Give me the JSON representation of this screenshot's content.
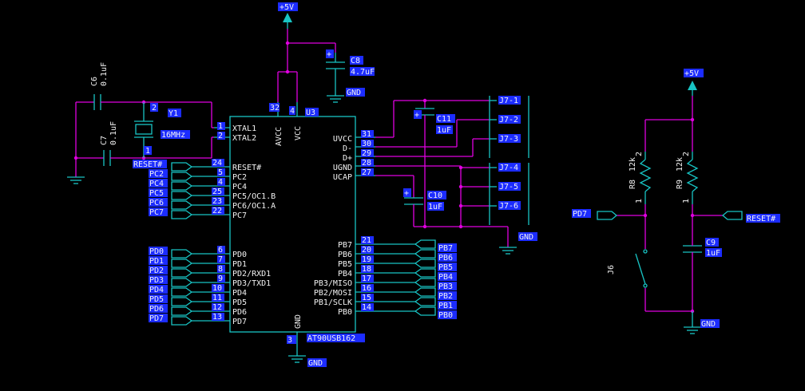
{
  "power": {
    "vcc": "+5V",
    "gnd": "GND"
  },
  "u3": {
    "ref": "U3",
    "part": "AT90USB162",
    "pin3": "3",
    "gnd_pin_label": "GND",
    "top_pins": [
      {
        "num": "32",
        "name": "AVCC"
      },
      {
        "num": "4",
        "name": "VCC"
      }
    ],
    "left_pins": [
      {
        "num": "1",
        "name": "XTAL1"
      },
      {
        "num": "2",
        "name": "XTAL2"
      },
      {
        "num": "24",
        "name": "RESET#"
      },
      {
        "num": "5",
        "name": "PC2"
      },
      {
        "num": "4",
        "name": "PC4"
      },
      {
        "num": "25",
        "name": "PC5/OC1.B"
      },
      {
        "num": "23",
        "name": "PC6/OC1.A"
      },
      {
        "num": "22",
        "name": "PC7"
      },
      {
        "num": "6",
        "name": "PD0"
      },
      {
        "num": "7",
        "name": "PD1"
      },
      {
        "num": "8",
        "name": "PD2/RXD1"
      },
      {
        "num": "9",
        "name": "PD3/TXD1"
      },
      {
        "num": "10",
        "name": "PD4"
      },
      {
        "num": "11",
        "name": "PD5"
      },
      {
        "num": "12",
        "name": "PD6"
      },
      {
        "num": "13",
        "name": "PD7"
      }
    ],
    "right_pins": [
      {
        "num": "31",
        "name": "UVCC"
      },
      {
        "num": "30",
        "name": "D-"
      },
      {
        "num": "29",
        "name": "D+"
      },
      {
        "num": "28",
        "name": "UGND"
      },
      {
        "num": "27",
        "name": "UCAP"
      },
      {
        "num": "21",
        "name": "PB7"
      },
      {
        "num": "20",
        "name": "PB6"
      },
      {
        "num": "19",
        "name": "PB5"
      },
      {
        "num": "18",
        "name": "PB4"
      },
      {
        "num": "17",
        "name": "PB3/MISO"
      },
      {
        "num": "16",
        "name": "PB2/MOSI"
      },
      {
        "num": "15",
        "name": "PB1/SCLK"
      },
      {
        "num": "14",
        "name": "PB0"
      }
    ]
  },
  "left_ports": [
    "RESET#",
    "PC2",
    "PC4",
    "PC5",
    "PC6",
    "PC7",
    "PD0",
    "PD1",
    "PD2",
    "PD3",
    "PD4",
    "PD5",
    "PD6",
    "PD7"
  ],
  "right_ports": [
    "PB7",
    "PB6",
    "PB5",
    "PB4",
    "PB3",
    "PB2",
    "PB1",
    "PB0"
  ],
  "components": {
    "c6": {
      "ref": "C6",
      "value": "0.1uF"
    },
    "c7": {
      "ref": "C7",
      "value": "0.1uF"
    },
    "y1": {
      "ref": "Y1",
      "value": "16MHz",
      "pin1": "1",
      "pin2": "2"
    },
    "c8": {
      "ref": "C8",
      "value": "4.7uF"
    },
    "c11": {
      "ref": "C11",
      "value": "1uF"
    },
    "c10": {
      "ref": "C10",
      "value": "1uF"
    },
    "r8": {
      "ref": "R8",
      "value": "12k",
      "pin1": "1",
      "pin2": "2"
    },
    "r9": {
      "ref": "R9",
      "value": "12k",
      "pin1": "1",
      "pin2": "2"
    },
    "c9": {
      "ref": "C9",
      "value": "1uF"
    },
    "j6": {
      "ref": "J6"
    }
  },
  "j7": [
    "J7-1",
    "J7-2",
    "J7-3",
    "J7-4",
    "J7-5",
    "J7-6"
  ],
  "reset_ckt": {
    "pd7_port": "PD7",
    "reset_port": "RESET#"
  }
}
